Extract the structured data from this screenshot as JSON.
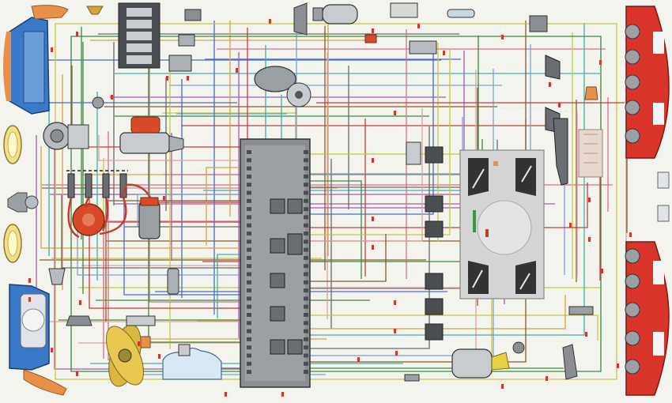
{
  "diagram": {
    "colors": {
      "background": "#f4f4ee",
      "lamp_blue": "#3a78c8",
      "lamp_orange": "#e89048",
      "lamp_red": "#d8342a",
      "lamp_yellow": "#f0e08a",
      "fuse_block": "#8a8e92",
      "cluster": "#d4d4d4",
      "ignition_coil": "#d84a2a"
    },
    "wire_colors": [
      "#c83a3a",
      "#3a8a3a",
      "#4a6ac8",
      "#d8a040",
      "#8a5a2a",
      "#c8c83a",
      "#6a6a6a",
      "#e06a8a",
      "#3ab0b0",
      "#a05ab0",
      "#e0a0a0",
      "#7aa0d8"
    ],
    "components": [
      {
        "name": "headlamp-front-left-upper",
        "icon": "headlamp-icon"
      },
      {
        "name": "headlamp-front-left-lower",
        "icon": "headlamp-icon"
      },
      {
        "name": "fog-lamp-left-1",
        "icon": "round-lamp-icon"
      },
      {
        "name": "fog-lamp-left-2",
        "icon": "round-lamp-icon"
      },
      {
        "name": "horn",
        "icon": "horn-icon"
      },
      {
        "name": "alternator",
        "icon": "alternator-icon"
      },
      {
        "name": "starter-motor",
        "icon": "starter-icon"
      },
      {
        "name": "ignition-distributor",
        "icon": "distributor-icon"
      },
      {
        "name": "ignition-coil",
        "icon": "coil-icon"
      },
      {
        "name": "spark-plugs",
        "icon": "spark-plug-icon"
      },
      {
        "name": "relay-box",
        "icon": "relay-box-icon"
      },
      {
        "name": "wiper-motor",
        "icon": "motor-icon"
      },
      {
        "name": "heater-fan-motor",
        "icon": "motor-icon"
      },
      {
        "name": "fuse-relay-block",
        "icon": "fuse-block-icon"
      },
      {
        "name": "instrument-cluster",
        "icon": "gauge-cluster-icon"
      },
      {
        "name": "fuel-pump",
        "icon": "pump-icon"
      },
      {
        "name": "washer-reservoir",
        "icon": "reservoir-icon"
      },
      {
        "name": "fan-blade",
        "icon": "fan-icon"
      },
      {
        "name": "tail-lamp-rear-right-upper",
        "icon": "tail-lamp-icon"
      },
      {
        "name": "tail-lamp-rear-right-lower",
        "icon": "tail-lamp-icon"
      },
      {
        "name": "switch-cluster",
        "icon": "switch-icon"
      }
    ]
  }
}
